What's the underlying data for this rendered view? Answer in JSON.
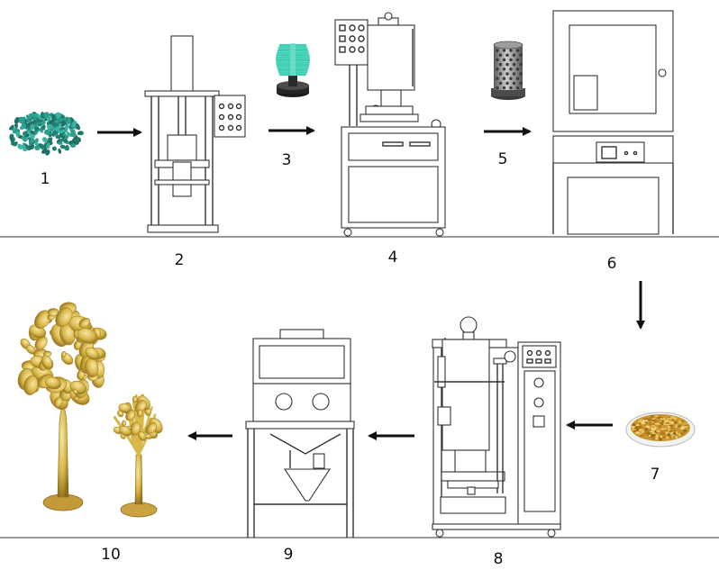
{
  "steps": [
    {
      "label": "1"
    },
    {
      "label": "2"
    },
    {
      "label": "3"
    },
    {
      "label": "4"
    },
    {
      "label": "5"
    },
    {
      "label": "6"
    },
    {
      "label": "7"
    },
    {
      "label": "8"
    },
    {
      "label": "9"
    },
    {
      "label": "10"
    }
  ],
  "colors": {
    "line": "#333333",
    "granules": "#2e9e8e",
    "brush": "#3fd0b4",
    "gold": "#d9b84a",
    "gold_dark": "#a88424",
    "metal": "#8a8a8a"
  },
  "icons": [
    "arrow-right-icon",
    "arrow-down-icon",
    "arrow-left-icon"
  ]
}
